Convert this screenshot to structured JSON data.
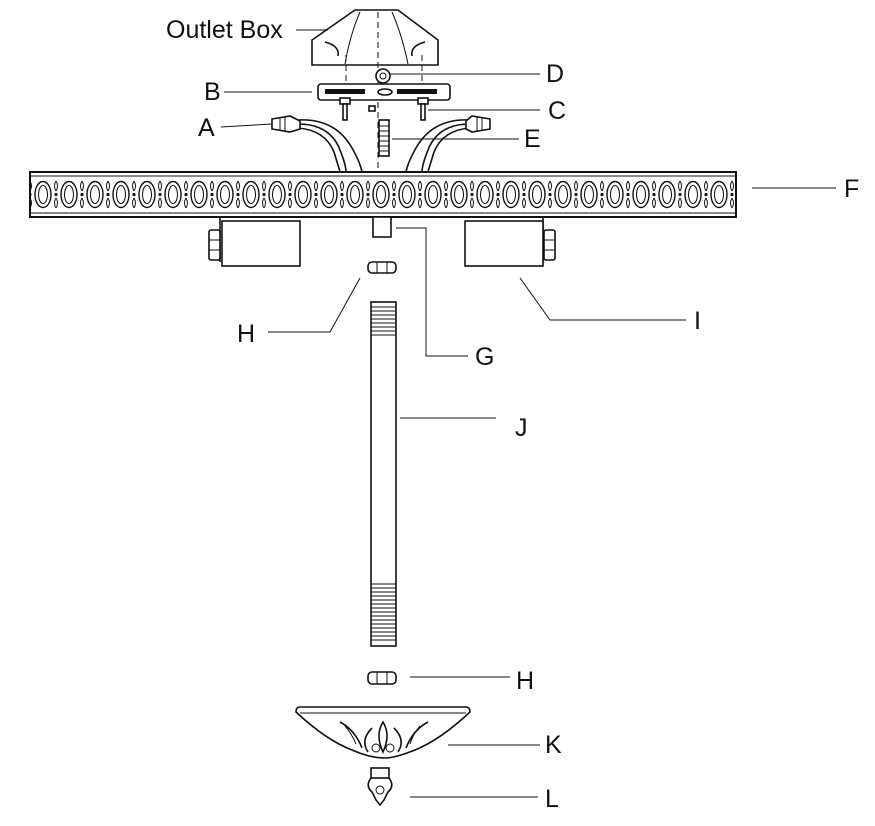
{
  "diagram": {
    "labels": {
      "outlet_box": "Outlet Box",
      "A": "A",
      "B": "B",
      "C": "C",
      "D": "D",
      "E": "E",
      "F": "F",
      "G": "G",
      "H_top": "H",
      "H_bottom": "H",
      "I": "I",
      "J": "J",
      "K": "K",
      "L": "L"
    }
  }
}
